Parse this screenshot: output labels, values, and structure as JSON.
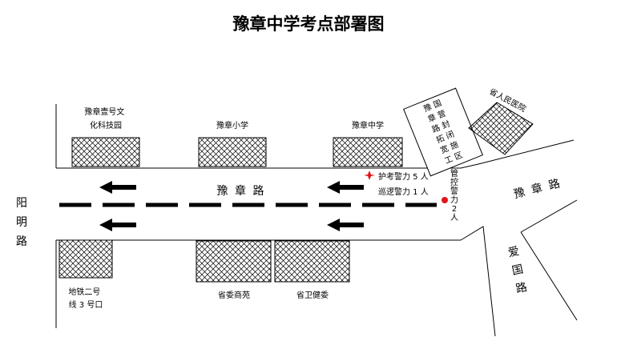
{
  "title": "豫章中学考点部署图",
  "roads": {
    "yuzhang_main": "豫 章 路",
    "yuzhang_east": "豫 章 路",
    "yangming": "阳\n明\n路",
    "aiguo": "爱\n国\n路"
  },
  "buildings": {
    "tech_park": "豫章壹号文\n化科技园",
    "primary_school": "豫章小学",
    "middle_school": "豫章中学",
    "construction_area": "豫 国\n章 营\n路 封\n拓 闭\n宽 施\n工 区",
    "hospital": "省人民医院",
    "metro": "地铁二号\n线 3 号口",
    "mall": "省委商苑",
    "health": "省卫健委"
  },
  "police": {
    "guard": "护考警力 5 人",
    "patrol": "巡逻警力 1 人",
    "control": "管\n控\n警\n力\n2\n人"
  },
  "colors": {
    "marker_star": "#e0161b",
    "marker_dot": "#e0161b"
  }
}
